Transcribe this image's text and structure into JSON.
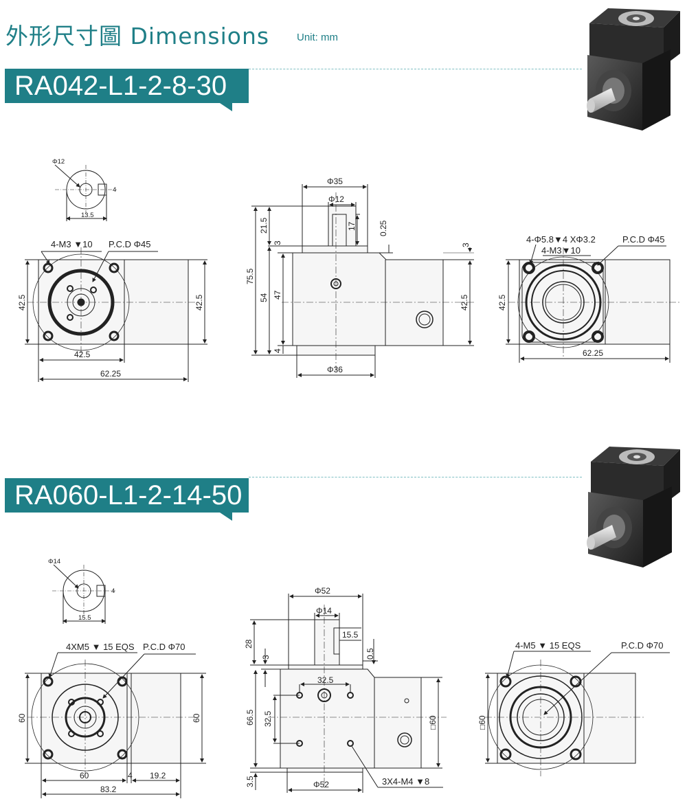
{
  "header": {
    "title": "外形尺寸圖 Dimensions",
    "unit": "Unit: mm"
  },
  "models": [
    {
      "name": "RA042-L1-2-8-30",
      "shaft": {
        "dia": "Φ12",
        "key": "4",
        "width": "13.5"
      },
      "front": {
        "holes": "4-M3",
        "depth": "10",
        "pcd": "P.C.D Φ45",
        "h": "42.5",
        "h2": "42.5",
        "w1": "42.5",
        "w2": "62.25"
      },
      "side": {
        "d35": "Φ35",
        "d12": "Φ12",
        "l215": "21.5",
        "l17": "17",
        "l025": "0.25",
        "l3a": "3",
        "l3b": "3",
        "l755": "75.5",
        "l54": "54",
        "l47": "47",
        "l4": "4",
        "l425": "42.5",
        "d36": "Φ36"
      },
      "rear": {
        "holes1": "4-Φ5.8",
        "depth1": "4",
        "cbore": "XΦ3.2",
        "holes2": "4-M3",
        "depth2": "10",
        "pcd": "P.C.D Φ45",
        "h": "42.5",
        "w": "62.25"
      }
    },
    {
      "name": "RA060-L1-2-14-50",
      "shaft": {
        "dia": "Φ14",
        "key": "4",
        "width": "15.5"
      },
      "front": {
        "holes": "4XM5",
        "depth": "15 EQS",
        "pcd": "P.C.D Φ70",
        "h": "60",
        "h2": "60",
        "w1": "60",
        "w3": "4",
        "w4": "19.2",
        "w2": "83.2"
      },
      "side": {
        "d52": "Φ52",
        "d14": "Φ14",
        "l155": "15.5",
        "l28": "28",
        "l3": "3",
        "l05": "0.5",
        "l325": "32.5",
        "l665": "66.5",
        "l325v": "32.5",
        "l35": "3.5",
        "sq60": "□60",
        "d52b": "Φ52",
        "holes": "3X4-M4",
        "depth": "8"
      },
      "rear": {
        "holes": "4-M5",
        "depth": "15 EQS",
        "pcd": "P.C.D Φ70",
        "sq": "□60"
      }
    }
  ]
}
